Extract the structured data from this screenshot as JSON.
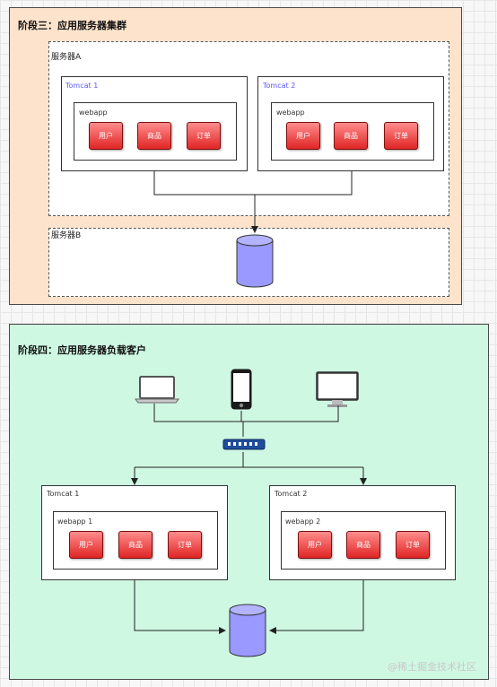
{
  "stage3": {
    "title": "阶段三：应用服务器集群",
    "server_a": "服务器A",
    "server_b": "服务器B",
    "tomcat1": {
      "label": "Tomcat 1",
      "webapp": "webapp",
      "modules": [
        "用户",
        "商品",
        "订单"
      ]
    },
    "tomcat2": {
      "label": "Tomcat 2",
      "webapp": "webapp",
      "modules": [
        "用户",
        "商品",
        "订单"
      ]
    }
  },
  "stage4": {
    "title": "阶段四：应用服务器负载客户",
    "tomcat1": {
      "label": "Tomcat 1",
      "webapp": "webapp 1",
      "modules": [
        "用户",
        "商品",
        "订单"
      ]
    },
    "tomcat2": {
      "label": "Tomcat 2",
      "webapp": "webapp 2",
      "modules": [
        "用户",
        "商品",
        "订单"
      ]
    }
  },
  "watermark": "@稀土掘金技术社区",
  "colors": {
    "stage3_bg": "#fde3cc",
    "stage4_bg": "#cff8e3",
    "module_red": "#e02525",
    "database": "#9999ff"
  },
  "icons": [
    "laptop-icon",
    "phone-icon",
    "monitor-icon",
    "switch-icon",
    "database-icon"
  ]
}
